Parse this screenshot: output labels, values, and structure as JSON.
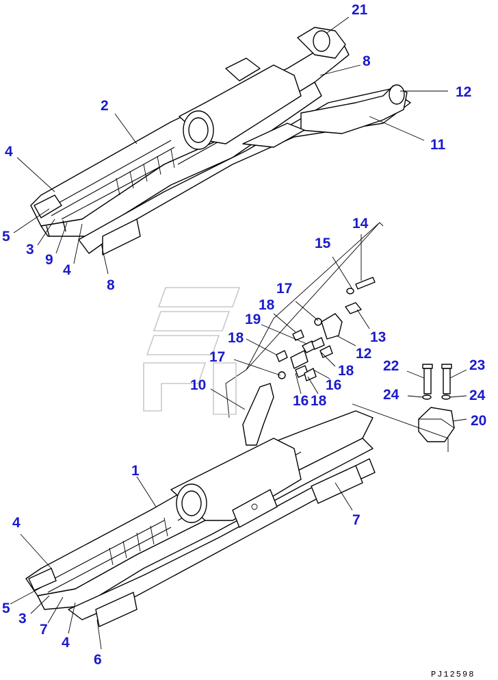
{
  "drawing": {
    "code": "PJ12598",
    "callouts": [
      "21",
      "8",
      "12",
      "2",
      "11",
      "4",
      "5",
      "3",
      "9",
      "4",
      "8",
      "14",
      "15",
      "17",
      "18",
      "19",
      "13",
      "18",
      "12",
      "17",
      "18",
      "16",
      "10",
      "18",
      "16",
      "22",
      "23",
      "24",
      "24",
      "20",
      "1",
      "7",
      "4",
      "5",
      "3",
      "7",
      "4",
      "6"
    ]
  }
}
